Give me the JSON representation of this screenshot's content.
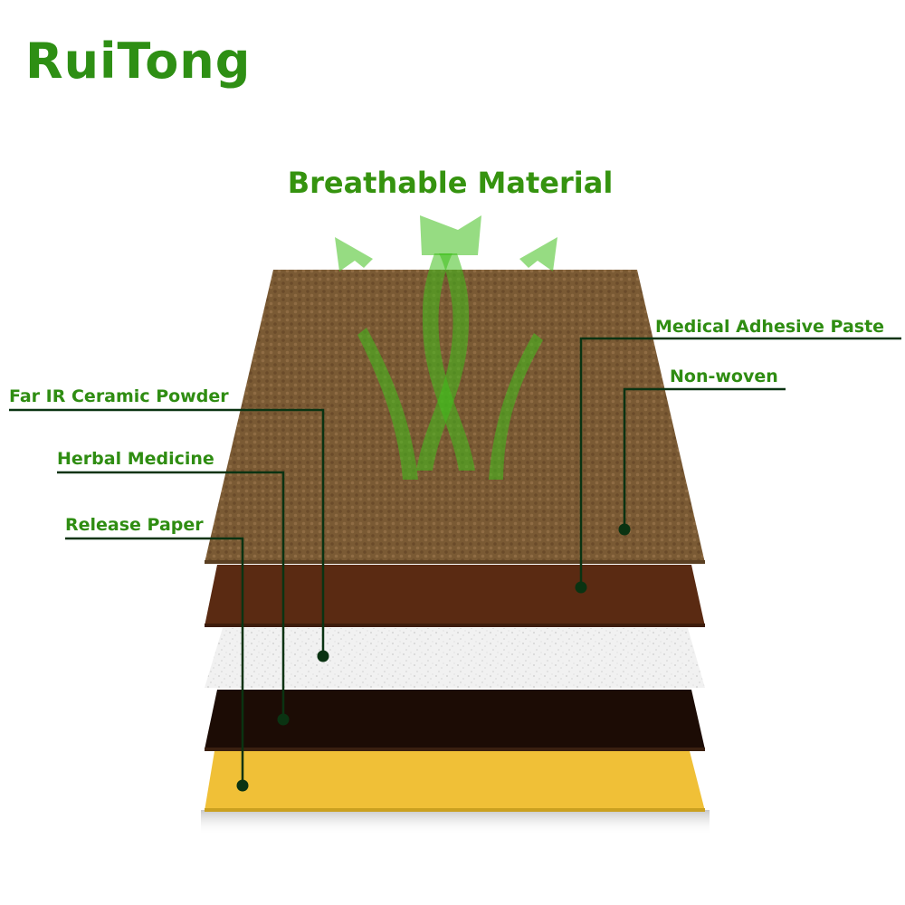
{
  "brand": {
    "name": "RuiTong",
    "color": "#2e8f14"
  },
  "headline": "Breathable Material",
  "arrows_icon": "breathable-arrows-icon",
  "layers": [
    {
      "name": "Non-woven",
      "color": "#7b5a34"
    },
    {
      "name": "Medical Adhesive Paste",
      "color": "#5a2a12"
    },
    {
      "name": "Far IR Ceramic Powder",
      "color": "#eeeeee"
    },
    {
      "name": "Herbal Medicine",
      "color": "#1c0c05"
    },
    {
      "name": "Release Paper",
      "color": "#f0c037"
    }
  ],
  "labels": {
    "medical_adhesive_paste": "Medical Adhesive Paste",
    "non_woven": "Non-woven",
    "far_ir_ceramic_powder": "Far IR Ceramic Powder",
    "herbal_medicine": "Herbal Medicine",
    "release_paper": "Release Paper"
  },
  "colors": {
    "accent_green": "#35930f",
    "callout_line": "#0a3312"
  }
}
